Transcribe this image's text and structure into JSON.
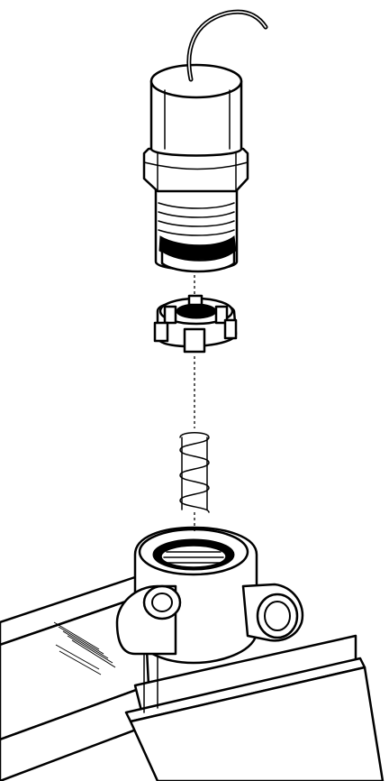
{
  "figure": {
    "parts": [
      "wire-lead",
      "sensor-cap",
      "hex-body",
      "threaded-stem",
      "castellated-nut",
      "coil-spring",
      "tee-fitting",
      "mounting-frame"
    ],
    "ink_color": "#000000",
    "paper_color": "#ffffff"
  }
}
